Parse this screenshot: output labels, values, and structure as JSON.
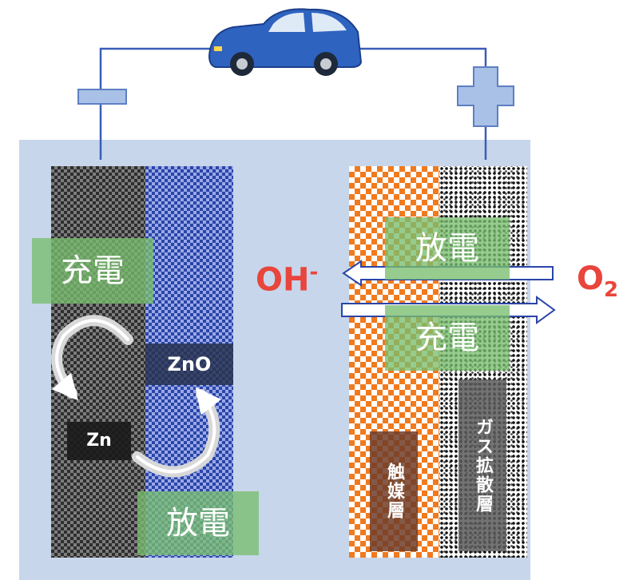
{
  "labels": {
    "charge_left": "充電",
    "discharge_left": "放電",
    "discharge_right": "放電",
    "charge_right": "充電",
    "zno": "ZnO",
    "zn": "Zn",
    "oh_base": "OH",
    "oh_sup": "-",
    "o2_base": "O",
    "o2_sub": "2",
    "catalyst_layer": "触媒層",
    "gas_diffusion_layer": "ガス拡散層"
  },
  "icons": {
    "car": "car-icon",
    "negative_terminal": "minus-icon",
    "positive_terminal": "plus-icon"
  },
  "colors": {
    "cell_background": "#c7d6ea",
    "ion_text": "#e8453c",
    "label_green": "#78be6e",
    "zinc_electrode": "#2e2e2e",
    "zno_electrode": "#2a45a8",
    "catalyst_electrode": "#f07a1e",
    "wire": "#3a5db8",
    "car_body": "#2e63c0"
  }
}
